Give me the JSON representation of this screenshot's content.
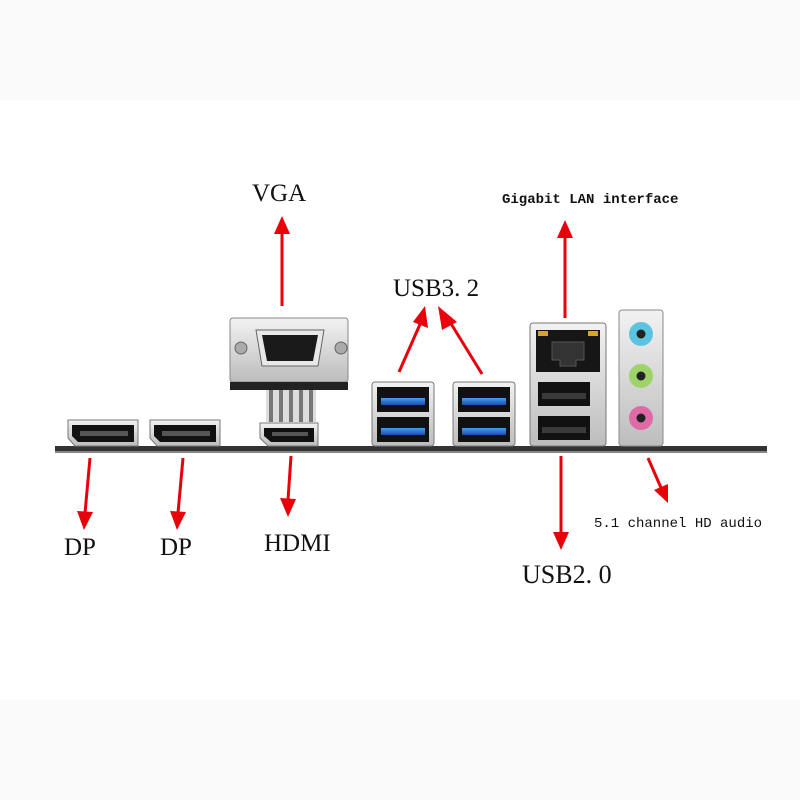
{
  "labels": {
    "vga": "VGA",
    "lan": "Gigabit LAN interface",
    "usb32": "USB3. 2",
    "dp1": "DP",
    "dp2": "DP",
    "hdmi": "HDMI",
    "audio": "5.1 channel HD audio",
    "usb20": "USB2. 0"
  },
  "colors": {
    "arrow": "#e8000b",
    "bracket": "#2a2a2a",
    "usb3_blue": "#1e6fd0",
    "audio_blue": "#5cc4e0",
    "audio_green": "#9fd36a",
    "audio_pink": "#e06aa8"
  }
}
